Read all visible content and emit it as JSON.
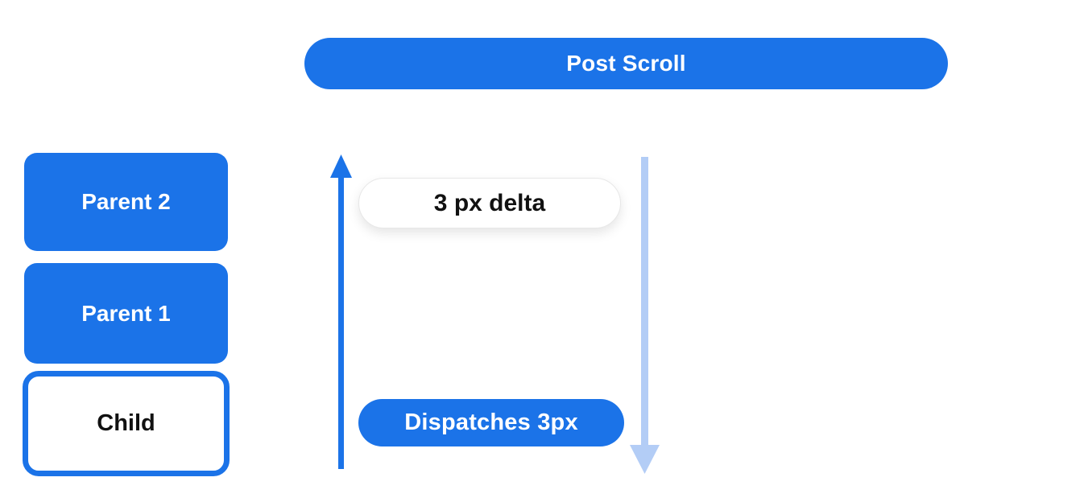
{
  "banner": {
    "label": "Post Scroll"
  },
  "stack": {
    "boxes": [
      {
        "label": "Parent 2",
        "style": "filled"
      },
      {
        "label": "Parent 1",
        "style": "filled"
      },
      {
        "label": "Child",
        "style": "outlined"
      }
    ]
  },
  "flow": {
    "delta_label": "3 px delta",
    "dispatch_label": "Dispatches 3px",
    "up_arrow": "upward-arrow",
    "down_arrow": "downward-arrow"
  },
  "colors": {
    "accent_blue": "#1b73e8",
    "light_blue": "#b3cdf6",
    "pill_border": "#e7e7e7",
    "text_dark": "#111111",
    "text_light": "#ffffff",
    "background": "#ffffff"
  }
}
